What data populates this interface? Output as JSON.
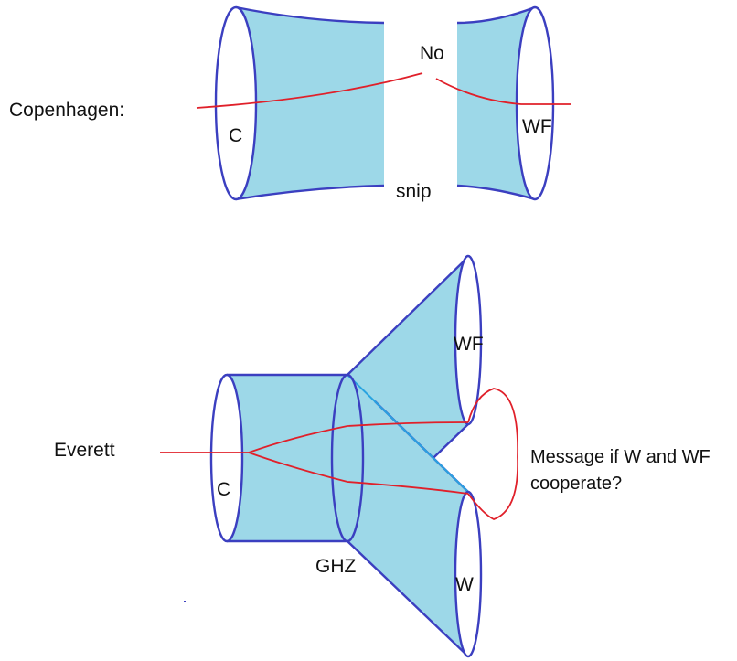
{
  "copenhagen": {
    "title": "Copenhagen:",
    "left_end": "C",
    "right_end": "WF",
    "gap_top": "No",
    "gap_bottom": "snip"
  },
  "everett": {
    "title": "Everett",
    "left_end": "C",
    "middle_ring": "GHZ",
    "upper_branch": "WF",
    "lower_branch": "W",
    "question_line1": "Message if W and WF",
    "question_line2": "cooperate?"
  },
  "colors": {
    "tube_fill": "#9dd8e8",
    "tube_edge": "#3b3fc0",
    "worldline": "#e0202a",
    "diagonal": "#29a3e0"
  }
}
